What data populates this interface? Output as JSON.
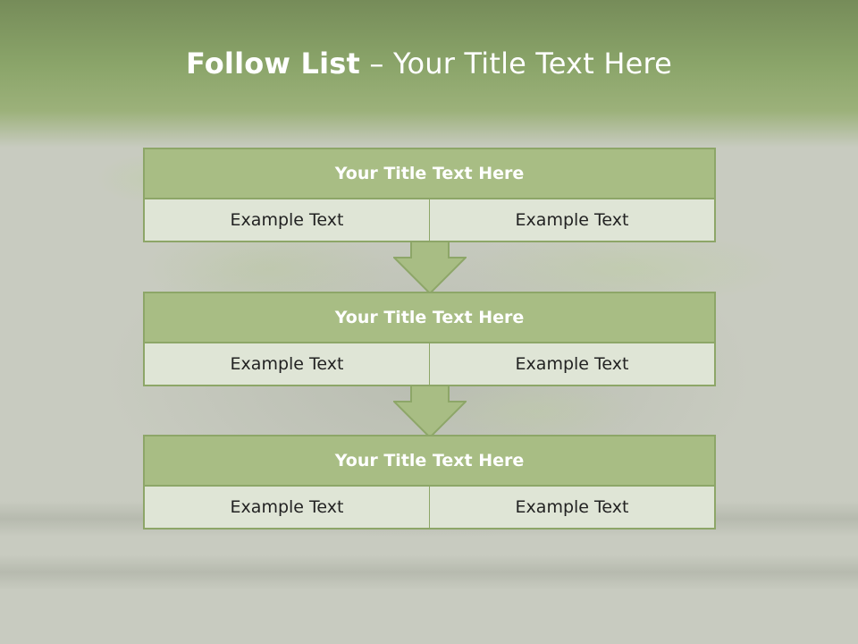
{
  "slide": {
    "title_bold": "Follow List",
    "title_rest": " – Your Title Text Here"
  },
  "steps": [
    {
      "title": "Your Title Text Here",
      "left": "Example Text",
      "right": "Example Text"
    },
    {
      "title": "Your Title Text Here",
      "left": "Example Text",
      "right": "Example Text"
    },
    {
      "title": "Your Title Text Here",
      "left": "Example Text",
      "right": "Example Text"
    }
  ],
  "colors": {
    "header_green": "#8ba56a",
    "box_title_fill": "#a8bd84",
    "box_cell_fill": "#dfe5d6",
    "border_green": "#8da668",
    "arrow_fill": "#a8bd84"
  }
}
